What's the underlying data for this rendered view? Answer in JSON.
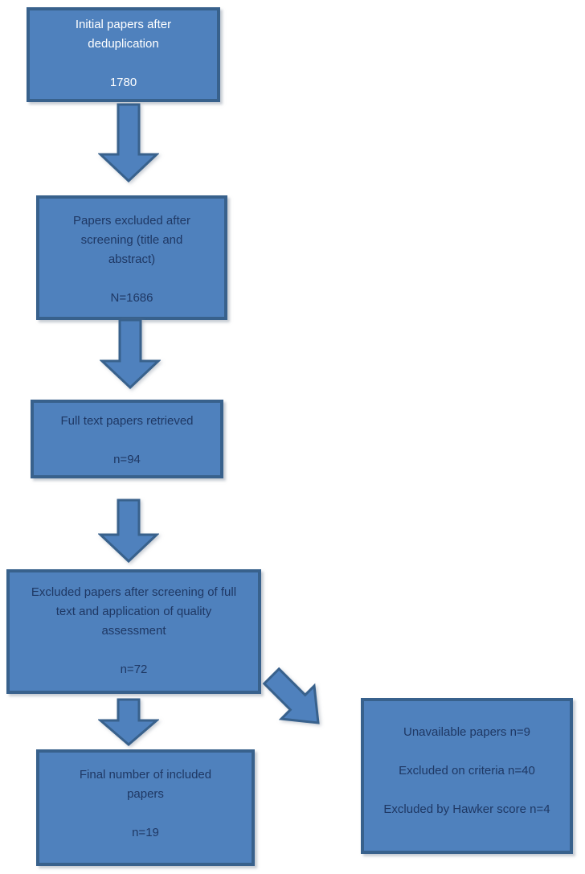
{
  "flow": {
    "boxes": [
      {
        "name": "initial-papers",
        "lines": [
          "Initial papers after",
          "deduplication"
        ],
        "count": "1780"
      },
      {
        "name": "excluded-screening",
        "lines": [
          "Papers excluded after",
          "screening (title and",
          "abstract)"
        ],
        "count": "N=1686"
      },
      {
        "name": "full-text-retrieved",
        "lines": [
          "Full text papers retrieved"
        ],
        "count": "n=94"
      },
      {
        "name": "excluded-full-text",
        "lines": [
          "Excluded papers after screening of full",
          "text and application of quality",
          "assessment"
        ],
        "count": "n=72"
      },
      {
        "name": "final-included",
        "lines": [
          "Final number of included",
          "papers"
        ],
        "count": "n=19"
      }
    ],
    "side_box": {
      "lines": [
        "Unavailable papers n=9",
        "Excluded on criteria n=40",
        "Excluded by Hawker score n=4"
      ]
    }
  },
  "colors": {
    "box_fill": "#4f81bd",
    "box_border": "#38618c",
    "text_dark": "#1f3864",
    "text_light": "#ffffff"
  }
}
